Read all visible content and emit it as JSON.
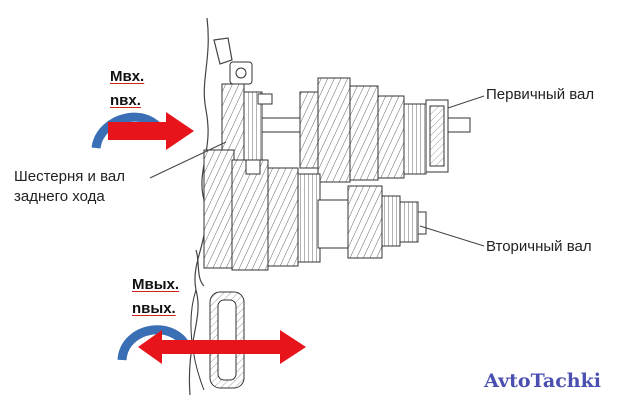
{
  "labels": {
    "input_torque": "Mвх.",
    "input_speed": "nвх.",
    "output_torque": "Mвых.",
    "output_speed": "nвых.",
    "reverse_gear_line1": "Шестерня и вал",
    "reverse_gear_line2": "заднего хода",
    "primary_shaft": "Первичный вал",
    "secondary_shaft": "Вторичный вал"
  },
  "watermark": "AvtoTachki",
  "colors": {
    "arrow_red": "#e8141c",
    "rotation_blue": "#3a6fb5",
    "line": "#333333",
    "watermark": "#4a4fb0"
  },
  "icons": [
    "input-arrow-icon",
    "output-double-arrow-icon",
    "input-rotation-icon",
    "output-rotation-icon"
  ]
}
